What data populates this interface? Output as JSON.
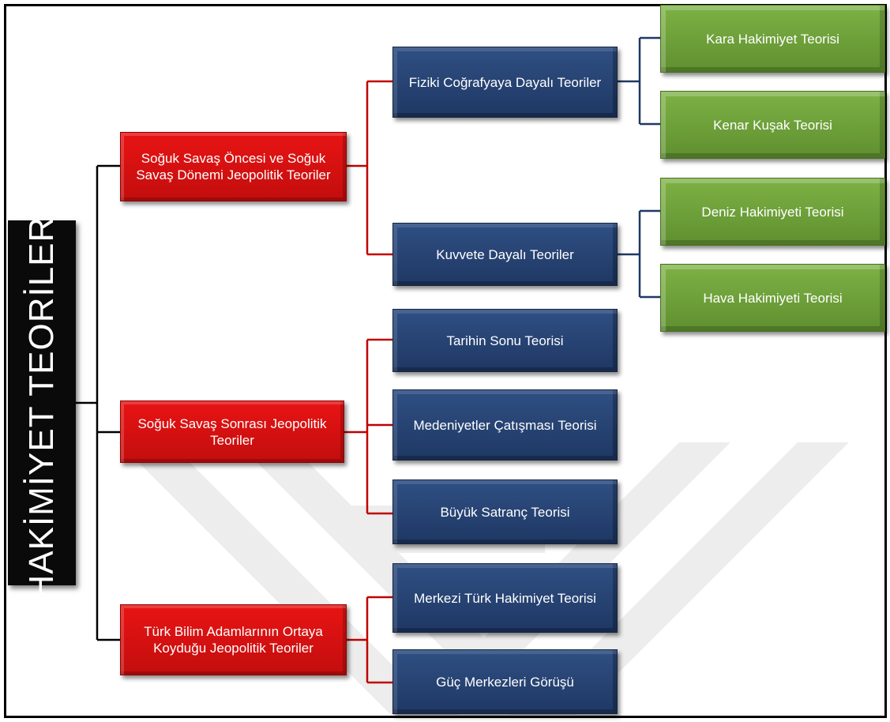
{
  "root": {
    "title": "HAKİMİYET TEORİLERİ"
  },
  "colors": {
    "red": "#d81010",
    "blue": "#1f3864",
    "green": "#6aa13a",
    "red_line": "#c00000",
    "blue_line": "#1f3864",
    "black_line": "#000000"
  },
  "categories": [
    {
      "label": "Soğuk Savaş Öncesi ve Soğuk Savaş Dönemi Jeopolitik Teoriler",
      "children": [
        {
          "label": "Fiziki Coğrafyaya Dayalı Teoriler",
          "children": [
            {
              "label": "Kara Hakimiyet Teorisi"
            },
            {
              "label": "Kenar Kuşak Teorisi"
            }
          ]
        },
        {
          "label": "Kuvvete Dayalı Teoriler",
          "children": [
            {
              "label": "Deniz Hakimiyeti Teorisi"
            },
            {
              "label": "Hava Hakimiyeti Teorisi"
            }
          ]
        }
      ]
    },
    {
      "label": "Soğuk Savaş Sonrası Jeopolitik Teoriler",
      "children": [
        {
          "label": "Tarihin Sonu Teorisi"
        },
        {
          "label": "Medeniyetler Çatışması Teorisi"
        },
        {
          "label": "Büyük Satranç Teorisi"
        }
      ]
    },
    {
      "label": "Türk Bilim Adamlarının Ortaya Koyduğu Jeopolitik Teoriler",
      "children": [
        {
          "label": "Merkezi Türk Hakimiyet Teorisi"
        },
        {
          "label": "Güç Merkezleri Görüşü"
        }
      ]
    }
  ]
}
